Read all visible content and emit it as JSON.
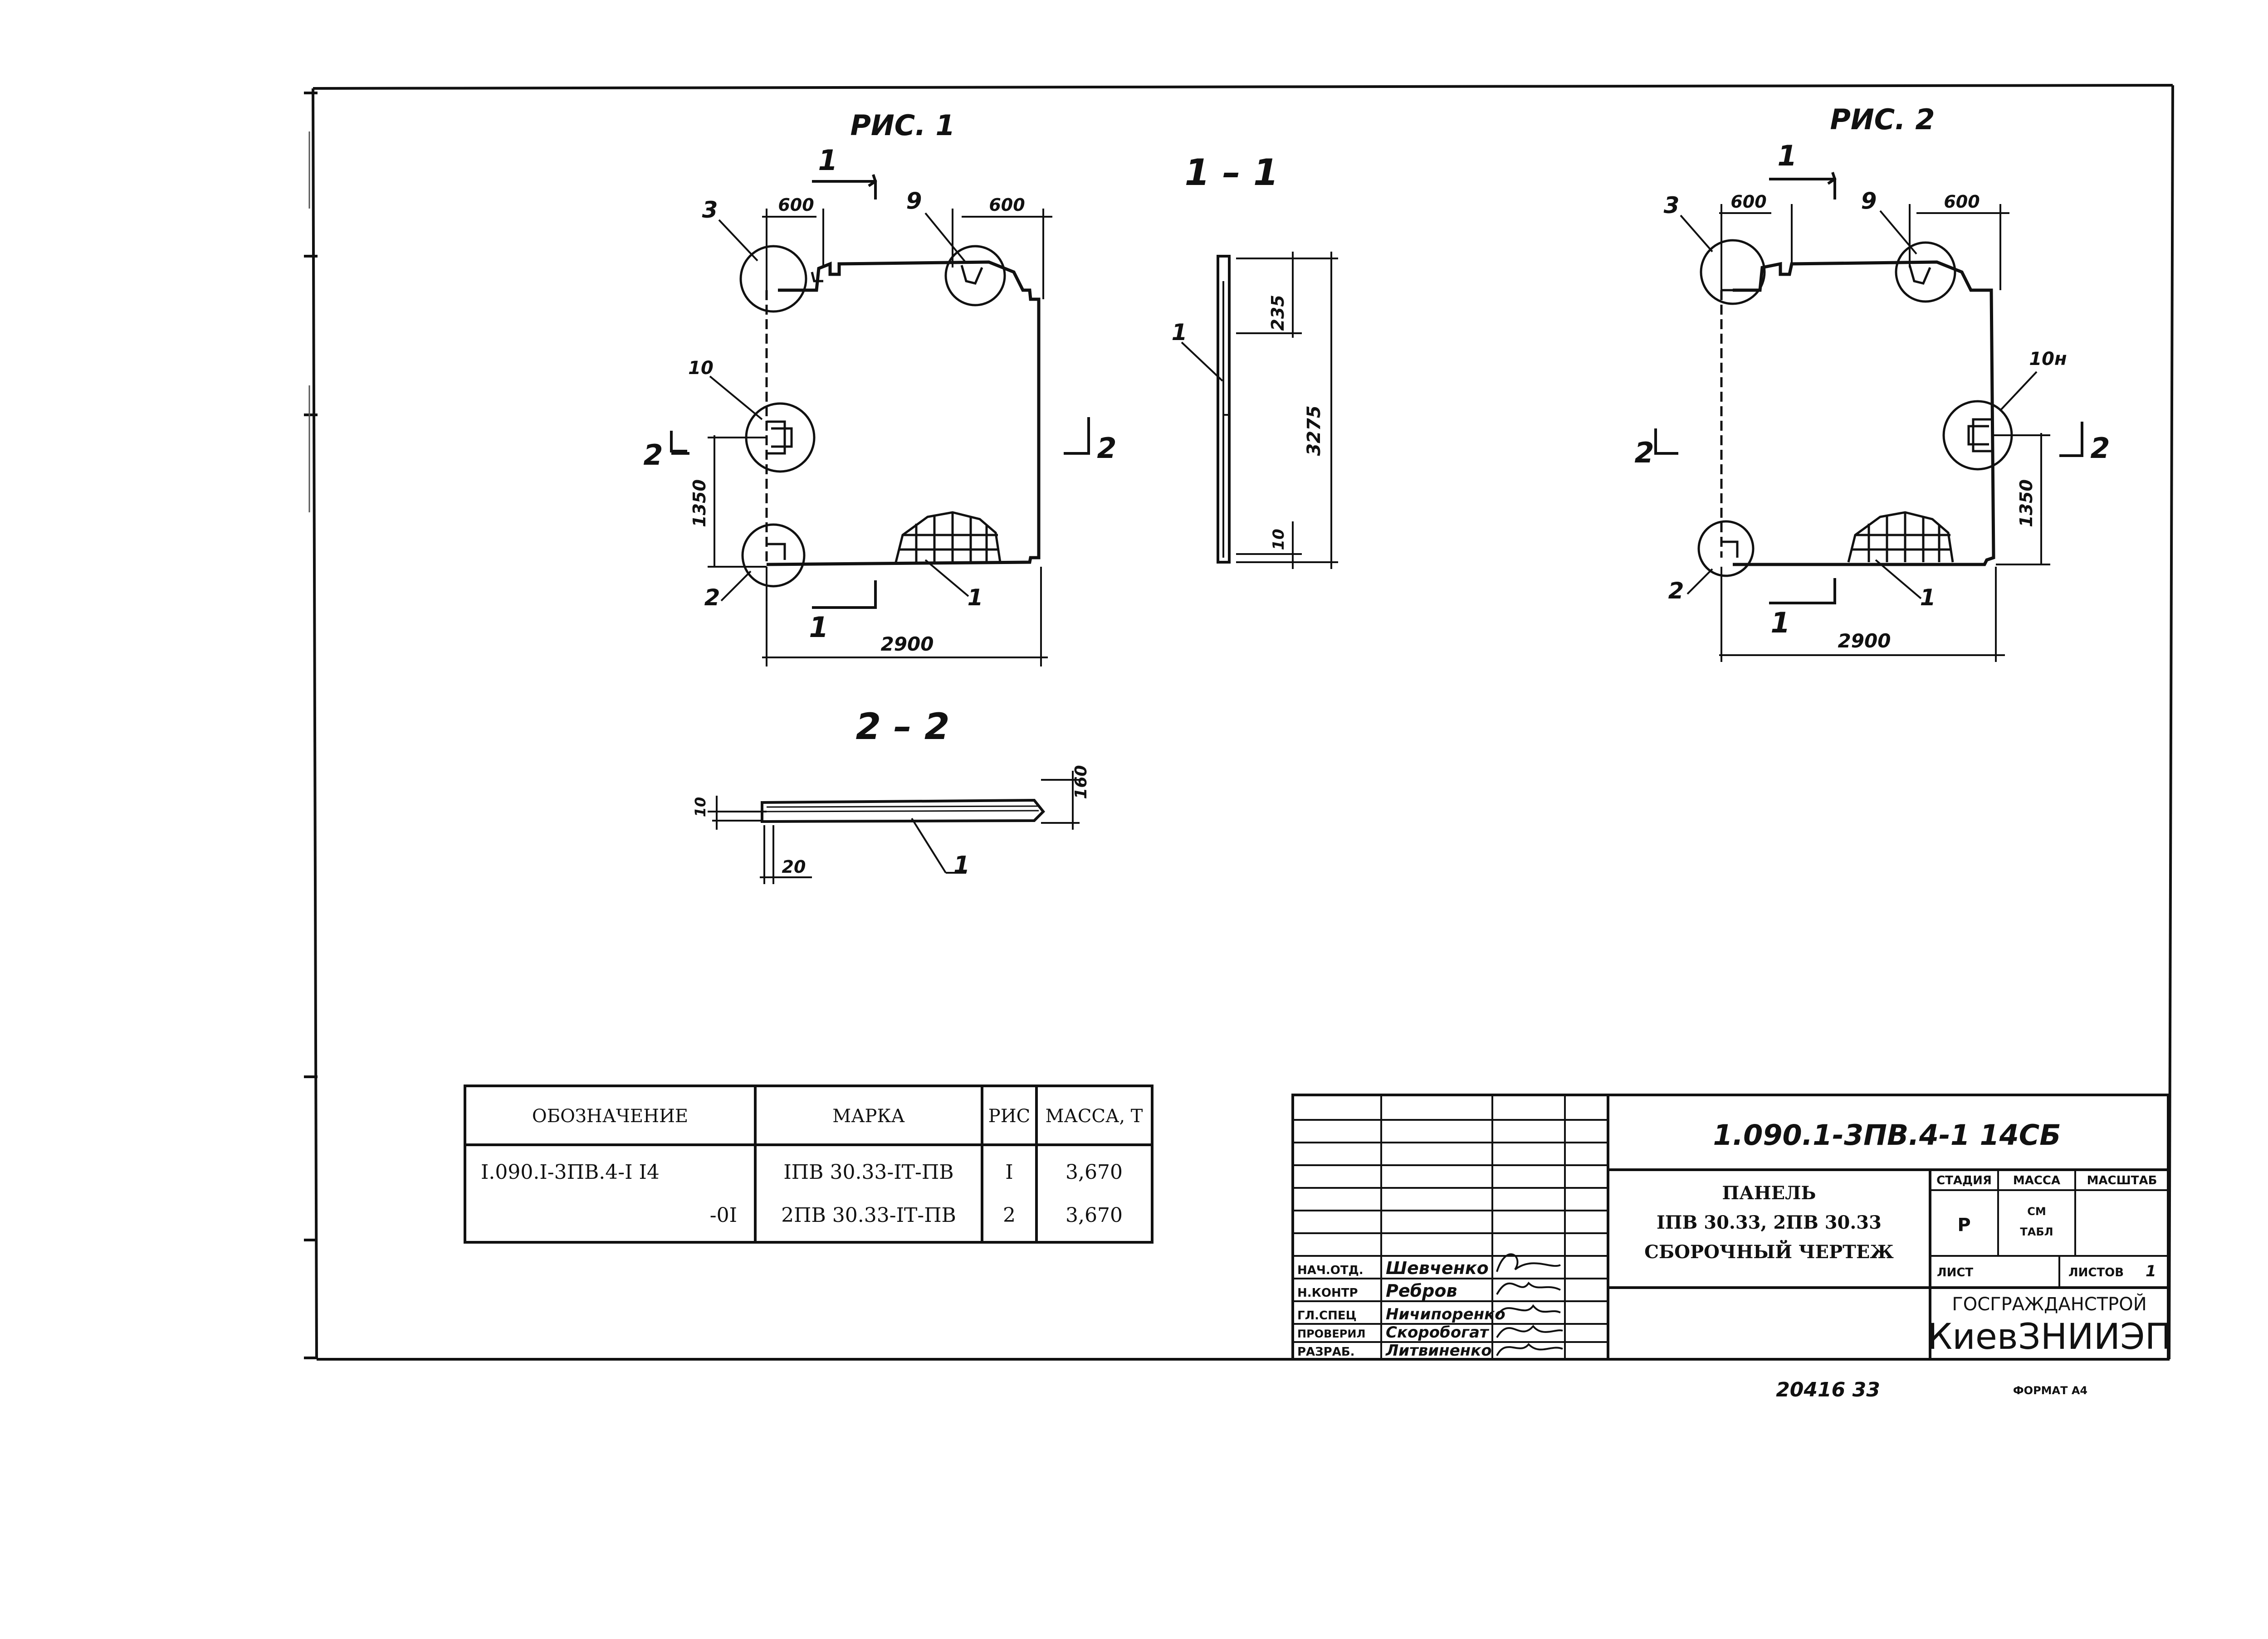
{
  "fig1": {
    "title": "РИС. 1",
    "dim_top_left": "600",
    "dim_top_right": "600",
    "dim_bottom": "2900",
    "dim_left": "1350",
    "callouts": [
      "3",
      "9",
      "10",
      "2",
      "1"
    ],
    "section_1_top": "1",
    "section_1_bottom": "1",
    "section_2_left": "2",
    "section_2_right": "2"
  },
  "fig2": {
    "title": "РИС. 2",
    "dim_top_left": "600",
    "dim_top_right": "600",
    "dim_bottom": "2900",
    "dim_right": "1350",
    "callouts": [
      "3",
      "9",
      "10н",
      "2",
      "1"
    ],
    "section_1_top": "1",
    "section_1_bottom": "1",
    "section_2_left": "2",
    "section_2_right": "2"
  },
  "section11": {
    "title": "1 – 1",
    "dim_top": "235",
    "dim_total": "3275",
    "dim_bottom": "10",
    "callout": "1"
  },
  "section22": {
    "title": "2 – 2",
    "dim_left": "10",
    "dim_right": "160",
    "dim_bottom": "20",
    "callout": "1"
  },
  "spec_table": {
    "headers": [
      "ОБОЗНАЧЕНИЕ",
      "МАРКА",
      "РИС",
      "МАССА, Т"
    ],
    "rows": [
      [
        "I.090.I-3ПВ.4-I I4",
        "IПВ 30.33-IТ-ПВ",
        "I",
        "3,670"
      ],
      [
        "-0I",
        "2ПВ 30.33-IТ-ПВ",
        "2",
        "3,670"
      ]
    ]
  },
  "title_block": {
    "code": "1.090.1-3ПВ.4-1  14СБ",
    "name_lines": [
      "ПАНЕЛЬ",
      "IПВ 30.33, 2ПВ 30.33",
      "СБОРОЧНЫЙ ЧЕРТЕЖ"
    ],
    "stage_label": "СТАДИЯ",
    "mass_label": "МАССА",
    "scale_label": "МАСШТАБ",
    "stage": "Р",
    "mass_note_1": "СМ",
    "mass_note_2": "ТАБЛ",
    "sheet_label": "ЛИСТ",
    "sheets_label": "ЛИСТОВ",
    "sheets": "1",
    "org_1": "ГОСГРАЖДАНСТРОЙ",
    "org_2": "КиевЗНИИЭП",
    "staff": [
      {
        "role": "НАЧ.ОТД.",
        "name": "Шевченко"
      },
      {
        "role": "Н.КОНТР",
        "name": "Ребров"
      },
      {
        "role": "ГЛ.СПЕЦ",
        "name": "Ничипоренко"
      },
      {
        "role": "ПРОВЕРИЛ",
        "name": "Скоробогат"
      },
      {
        "role": "РАЗРАБ.",
        "name": "Литвиненко"
      }
    ]
  },
  "footer": {
    "number": "20416  33",
    "format": "ФОРМАТ А4"
  }
}
